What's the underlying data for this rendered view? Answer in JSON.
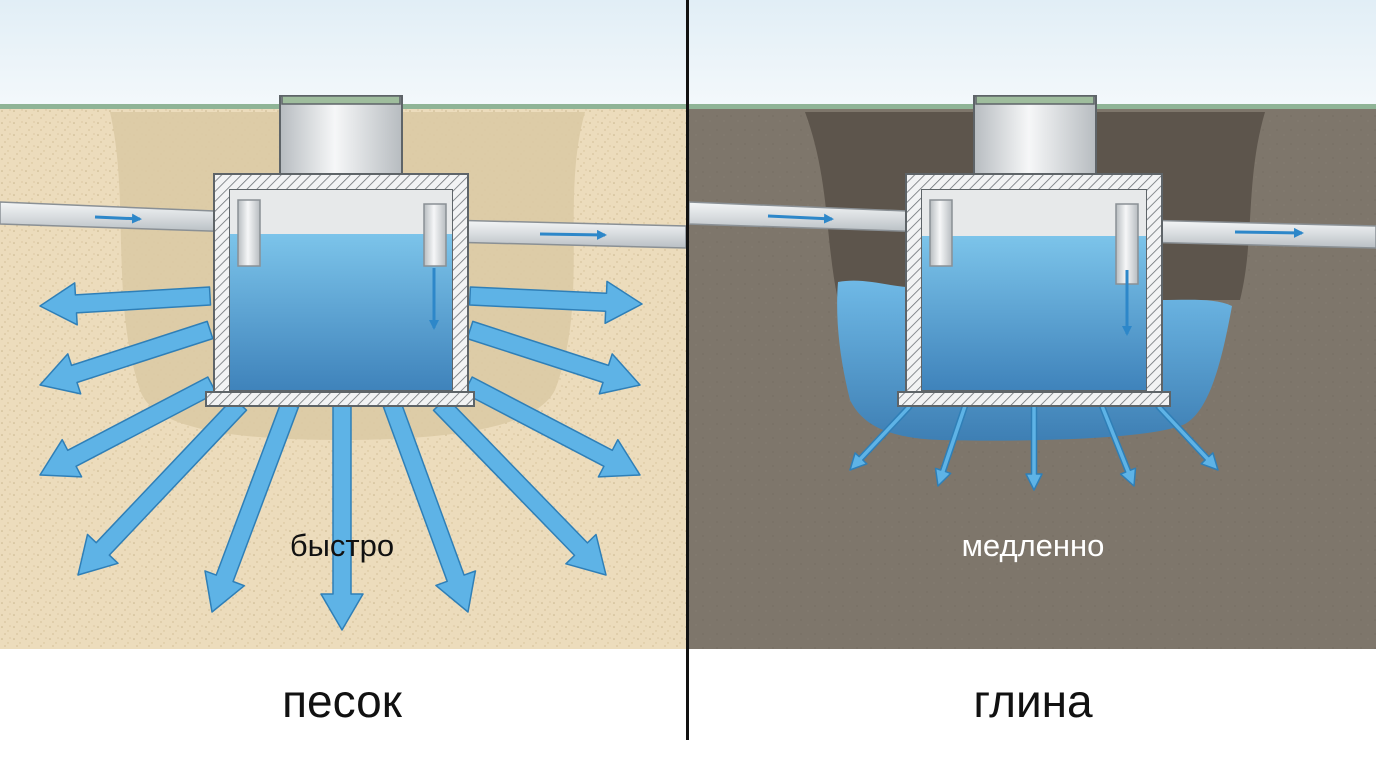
{
  "colors": {
    "sky_top": "#e1eef6",
    "sky_bottom": "#f3f8fb",
    "grass": "#8fb496",
    "sand": "#ecdcbc",
    "sand_pit": "#ddcba5",
    "clay": "#7e766b",
    "clay_pit": "#5f574e",
    "water_light": "#7cc4ea",
    "water_dark": "#3f83bb",
    "arrow": "#5eb3e6",
    "arrow_stroke": "#2f7fb7",
    "flow_arrow": "#2d87c9",
    "concrete": "#e8eaeb",
    "lid": "#9fbd9d"
  },
  "panels": {
    "left": {
      "flow_label": "быстро",
      "soil_label": "песок",
      "flow_label_color": "#111111"
    },
    "right": {
      "flow_label": "медленно",
      "soil_label": "глина",
      "flow_label_color": "#ffffff"
    }
  }
}
